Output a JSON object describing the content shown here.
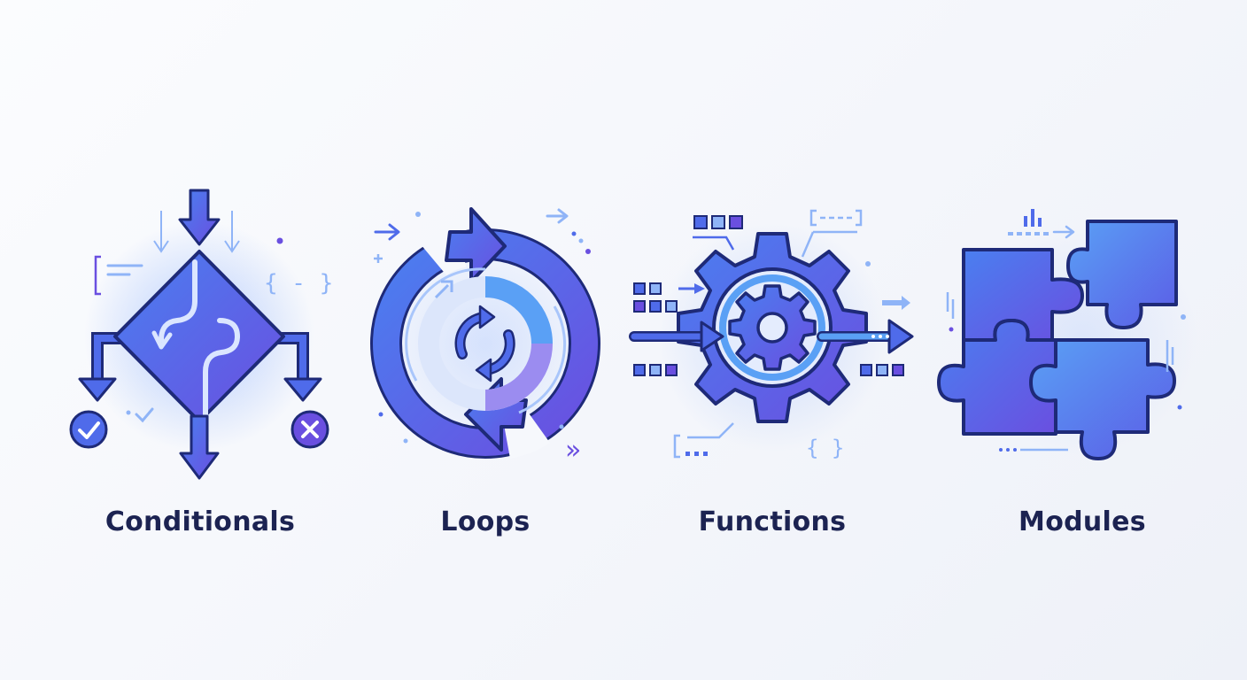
{
  "concepts": [
    {
      "label": "Conditionals",
      "icon": "decision-diamond-icon"
    },
    {
      "label": "Loops",
      "icon": "cycle-arrows-icon"
    },
    {
      "label": "Functions",
      "icon": "gear-icon"
    },
    {
      "label": "Modules",
      "icon": "puzzle-pieces-icon"
    }
  ],
  "decorations": {
    "braces": "{ - }",
    "braces_plain": "{ }",
    "chevrons": "»"
  },
  "colors": {
    "outline": "#1e2a78",
    "primary": "#4f6bea",
    "secondary": "#6a4fe0",
    "light": "#8fb4f7",
    "label": "#1c2352",
    "background": "#f6f8fc"
  }
}
